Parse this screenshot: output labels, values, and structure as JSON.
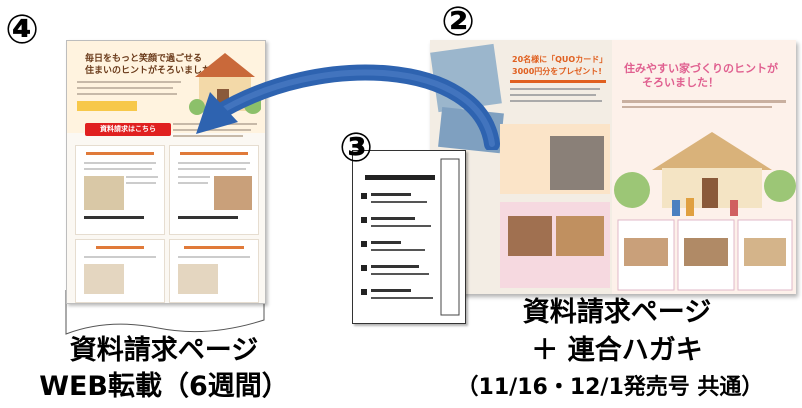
{
  "markers": {
    "m4": "④",
    "m2": "②",
    "m3": "③"
  },
  "web_page": {
    "hero_line1": "毎日をもっと笑顔で過ごせる",
    "hero_line2": "住まいのヒントがそろいました！",
    "request_button": "資料請求はこちら"
  },
  "magazine": {
    "left_heading_line1": "20名様に「QUOカード」",
    "left_heading_line2": "3000円分をプレゼント!",
    "right_heading_line1": "住みやすい家づくりのヒントが",
    "right_heading_line2": "そろいました！"
  },
  "captions": {
    "left_line1": "資料請求ページ",
    "left_line2": "WEB転載（6週間）",
    "right_line1": "資料請求ページ",
    "right_line2": "＋ 連合ハガキ",
    "right_line3": "（11/16・12/1発売号  共通）"
  },
  "colors": {
    "arrow_blue": "#2e63b0",
    "button_red": "#e02020",
    "heading_pink": "#e06090"
  }
}
